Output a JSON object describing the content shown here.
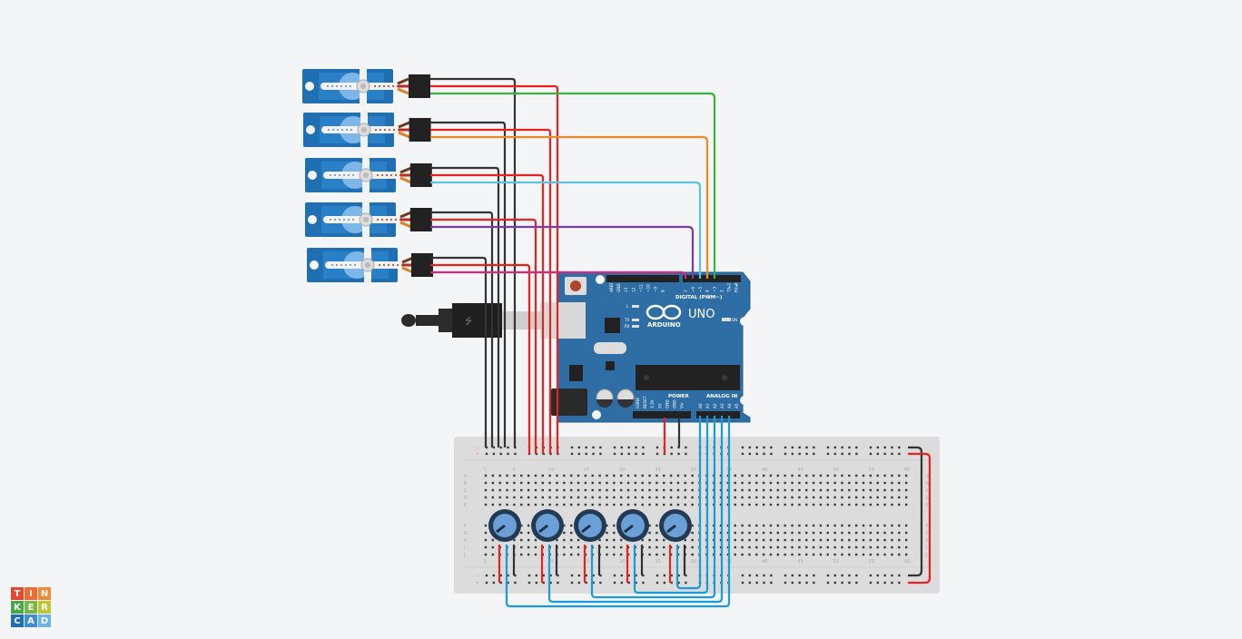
{
  "logo": {
    "letters": [
      "T",
      "I",
      "N",
      "K",
      "E",
      "R",
      "C",
      "A",
      "D"
    ],
    "colors": [
      "#e8472f",
      "#f26a30",
      "#f38b35",
      "#46a848",
      "#76b843",
      "#bfc63a",
      "#1f6eb4",
      "#3c8fd0",
      "#6ab3e2"
    ]
  },
  "arduino": {
    "brand": "ARDUINO",
    "model": "UNO",
    "digital_label": "DIGITAL (PWM~)",
    "power_label": "POWER",
    "analog_label": "ANALOG IN",
    "on_label": "ON",
    "led_l": "L",
    "led_tx": "TX",
    "led_rx": "RX",
    "chip_label": "",
    "digital_pins": [
      "AREF",
      "GND",
      "13",
      "12",
      "~11",
      "~10",
      "~9",
      "8",
      "7",
      "~6",
      "~5",
      "4",
      "~3",
      "2",
      "TX▸1",
      "RX◂0"
    ],
    "power_pins": [
      "IOREF",
      "RESET",
      "3.3V",
      "5V",
      "GND",
      "GND",
      "Vin"
    ],
    "analog_pins": [
      "A0",
      "A1",
      "A2",
      "A3",
      "A4",
      "A5"
    ],
    "board_color": "#2f6ea4"
  },
  "breadboard": {
    "column_numbers": [
      "1",
      "5",
      "10",
      "15",
      "20",
      "25",
      "30",
      "35",
      "40",
      "45",
      "50",
      "55",
      "60"
    ],
    "rows_top": [
      "A",
      "B",
      "C",
      "D",
      "E"
    ],
    "rows_bottom": [
      "F",
      "G",
      "H",
      "I",
      "J"
    ],
    "minus": "−",
    "plus": "+"
  },
  "components": {
    "servo_count": 5,
    "potentiometer_count": 5
  },
  "wire_colors": {
    "black": "#333333",
    "red": "#e8231f",
    "green": "#3cb043",
    "orange": "#e98b26",
    "cyan": "#5fc2dc",
    "purple": "#7d3aa3",
    "pink": "#d6287e",
    "blue": "#1a9ad6"
  }
}
